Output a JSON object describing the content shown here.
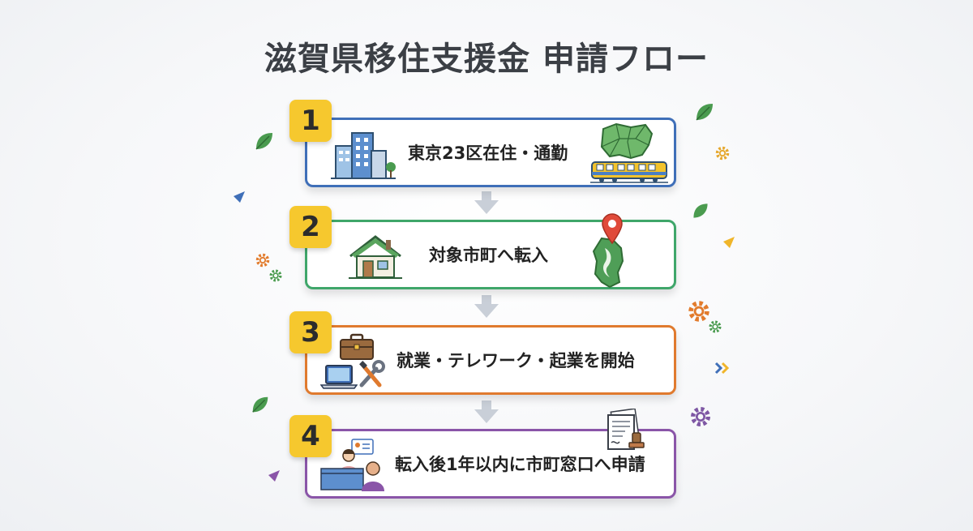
{
  "title": "滋賀県移住支援金 申請フロー",
  "steps": [
    {
      "number": "1",
      "label": "東京23区在住・通勤",
      "color": "#3f6fb8"
    },
    {
      "number": "2",
      "label": "対象市町へ転入",
      "color": "#3fa66a"
    },
    {
      "number": "3",
      "label": "就業・テレワーク・起業を開始",
      "color": "#e07a2e"
    },
    {
      "number": "4",
      "label": "転入後1年以内に市町窓口へ申請",
      "color": "#8a55a8"
    }
  ],
  "colors": {
    "badge": "#f6c82e",
    "arrow": "#c9cfd8",
    "leaf": "#4a9b4f",
    "gear_orange": "#e27b2c",
    "gear_purple": "#7e57a4"
  },
  "icons": {
    "step1": [
      "buildings-icon",
      "tokyo-map-icon",
      "train-icon"
    ],
    "step2": [
      "house-icon",
      "location-pin-icon",
      "shiga-map-icon"
    ],
    "step3": [
      "briefcase-icon",
      "laptop-icon",
      "tools-icon"
    ],
    "step4": [
      "reception-desk-icon",
      "document-stamp-icon"
    ]
  }
}
